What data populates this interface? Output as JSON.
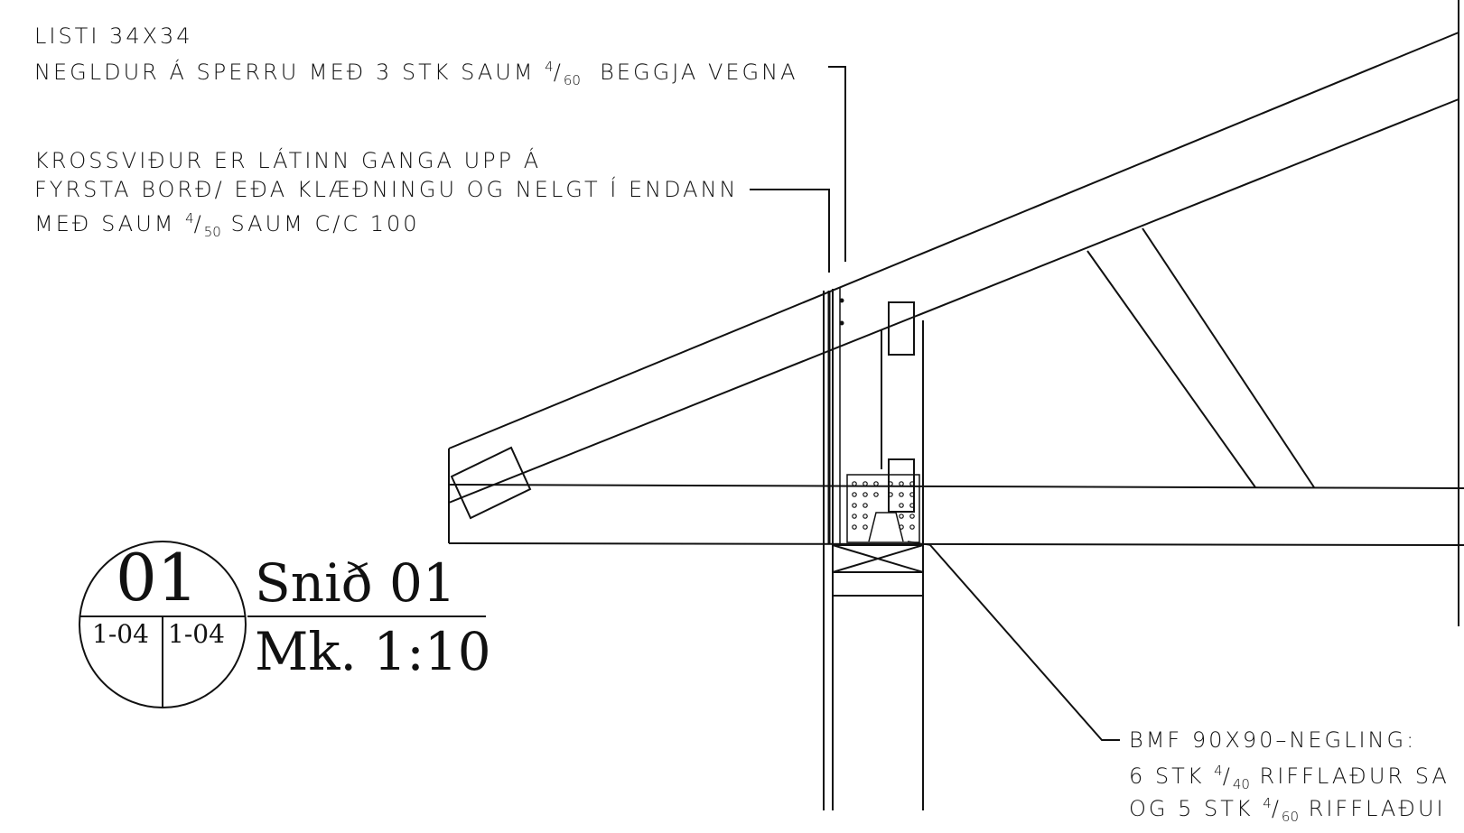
{
  "notes": {
    "listi_line1": "LISTI 34X34",
    "listi_line2_a": "NEGLDUR Á SPERRU MEÐ 3 STK SAUM ",
    "listi_line2_frac_num": "4",
    "listi_line2_frac_den": "60",
    "listi_line2_b": "  BEGGJA VEGNA",
    "kross_line1": "KROSSVIÐUR ER LÁTINN GANGA UPP Á",
    "kross_line2": "FYRSTA BORÐ/ EÐA KLÆÐNINGU OG NELGT Í ENDANN",
    "kross_line3_a": "MEÐ SAUM ",
    "kross_line3_frac_num": "4",
    "kross_line3_frac_den": "50",
    "kross_line3_b": " SAUM C/C 100",
    "bmf_line1": "BMF 90X90–NEGLING:",
    "bmf_line2_a": "6 STK ",
    "bmf_line2_frac_num": "4",
    "bmf_line2_frac_den": "40",
    "bmf_line2_b": " RIFFLAÐUR SA",
    "bmf_line3_a": "OG 5 STK ",
    "bmf_line3_frac_num": "4",
    "bmf_line3_frac_den": "60",
    "bmf_line3_b": " RIFFLAÐUI"
  },
  "section_marker": {
    "number": "01",
    "sheet_left": "1-04",
    "sheet_right": "1-04"
  },
  "title": {
    "name": "Snið 01",
    "scale": "Mk. 1:10"
  }
}
